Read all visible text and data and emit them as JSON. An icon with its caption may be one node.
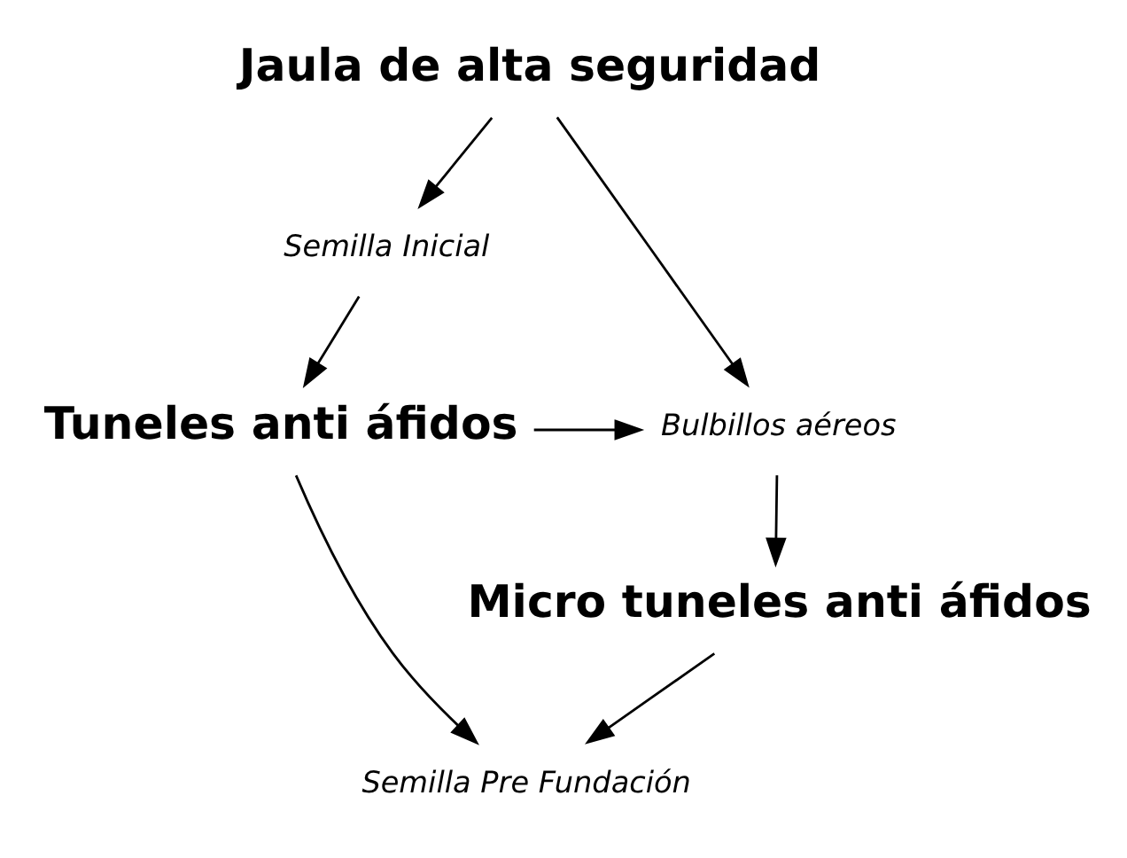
{
  "diagram": {
    "nodes": [
      {
        "text": [
          "Jaula de alta seguridad"
        ]
      },
      {
        "text": [
          "Semilla Inicial"
        ]
      },
      {
        "text": [
          "Tuneles anti áfidos"
        ]
      },
      {
        "text": [
          "Bulbillos aéreos"
        ]
      },
      {
        "text": [
          "Micro tuneles anti áfidos"
        ]
      },
      {
        "text": [
          "Semilla Pre Fundación"
        ]
      }
    ],
    "edges": [
      {
        "from": 0,
        "to": 1,
        "arrow": "to"
      },
      {
        "from": 1,
        "to": 2,
        "arrow": "to"
      },
      {
        "from": 0,
        "to": 3,
        "arrow": "to"
      },
      {
        "from": 2,
        "to": 3,
        "arrow": "to"
      },
      {
        "from": 2,
        "to": 5,
        "arrow": "to"
      },
      {
        "from": 3,
        "to": 4,
        "arrow": "to"
      },
      {
        "from": 4,
        "to": 5,
        "arrow": "to"
      }
    ]
  }
}
